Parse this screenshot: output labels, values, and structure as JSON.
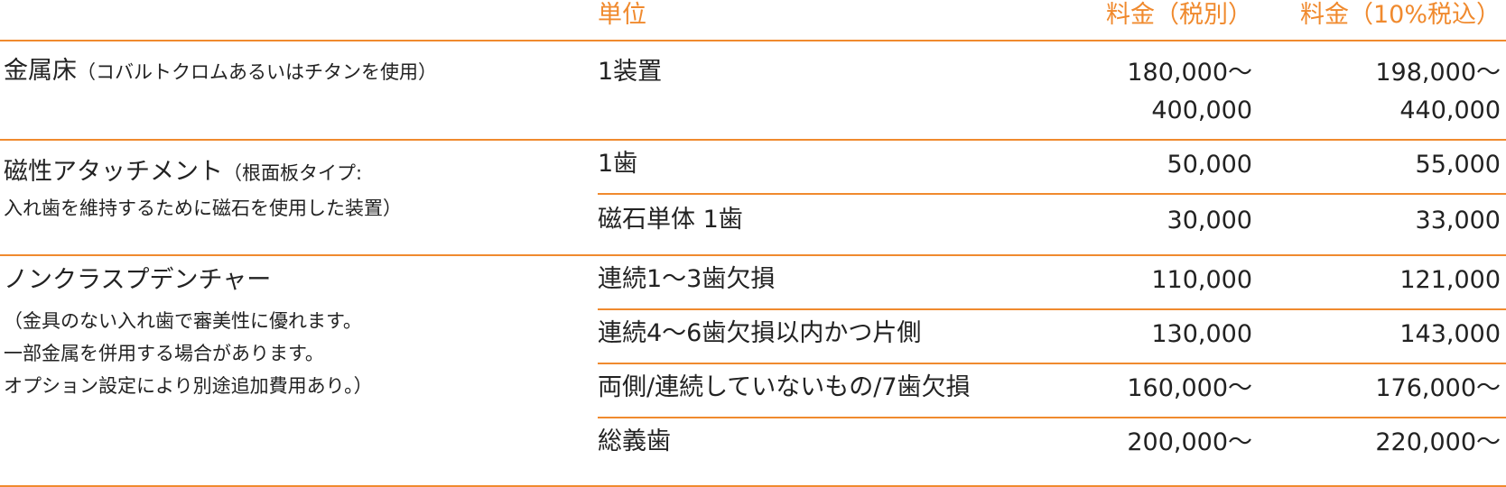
{
  "header": {
    "unit": "単位",
    "price_pre_tax": "料金（税別）",
    "price_with_tax": "料金（10%税込）"
  },
  "groups": [
    {
      "item": "金属床",
      "note": "（コバルトクロムあるいはチタンを使用）",
      "rows": [
        {
          "unit": "1装置",
          "pre": "180,000〜\n400,000",
          "post": "198,000〜\n440,000"
        }
      ]
    },
    {
      "item": "磁性アタッチメント",
      "note_line1": "（根面板タイプ:",
      "note_line2": "入れ歯を維持するために磁石を使用した装置）",
      "rows": [
        {
          "unit": "1歯",
          "pre": "50,000",
          "post": "55,000"
        },
        {
          "unit": "磁石単体 1歯",
          "pre": "30,000",
          "post": "33,000"
        }
      ]
    },
    {
      "item": "ノンクラスプデンチャー",
      "note_lines": [
        "（金具のない入れ歯で審美性に優れます。",
        "一部金属を併用する場合があります。",
        "オプション設定により別途追加費用あり。）"
      ],
      "rows": [
        {
          "unit": "連続1〜3歯欠損",
          "pre": "110,000",
          "post": "121,000"
        },
        {
          "unit": "連続4〜6歯欠損以内かつ片側",
          "pre": "130,000",
          "post": "143,000"
        },
        {
          "unit": "両側/連続していないもの/7歯欠損",
          "pre": "160,000〜",
          "post": "176,000〜"
        },
        {
          "unit": "総義歯",
          "pre": "200,000〜",
          "post": "220,000〜"
        }
      ]
    }
  ]
}
